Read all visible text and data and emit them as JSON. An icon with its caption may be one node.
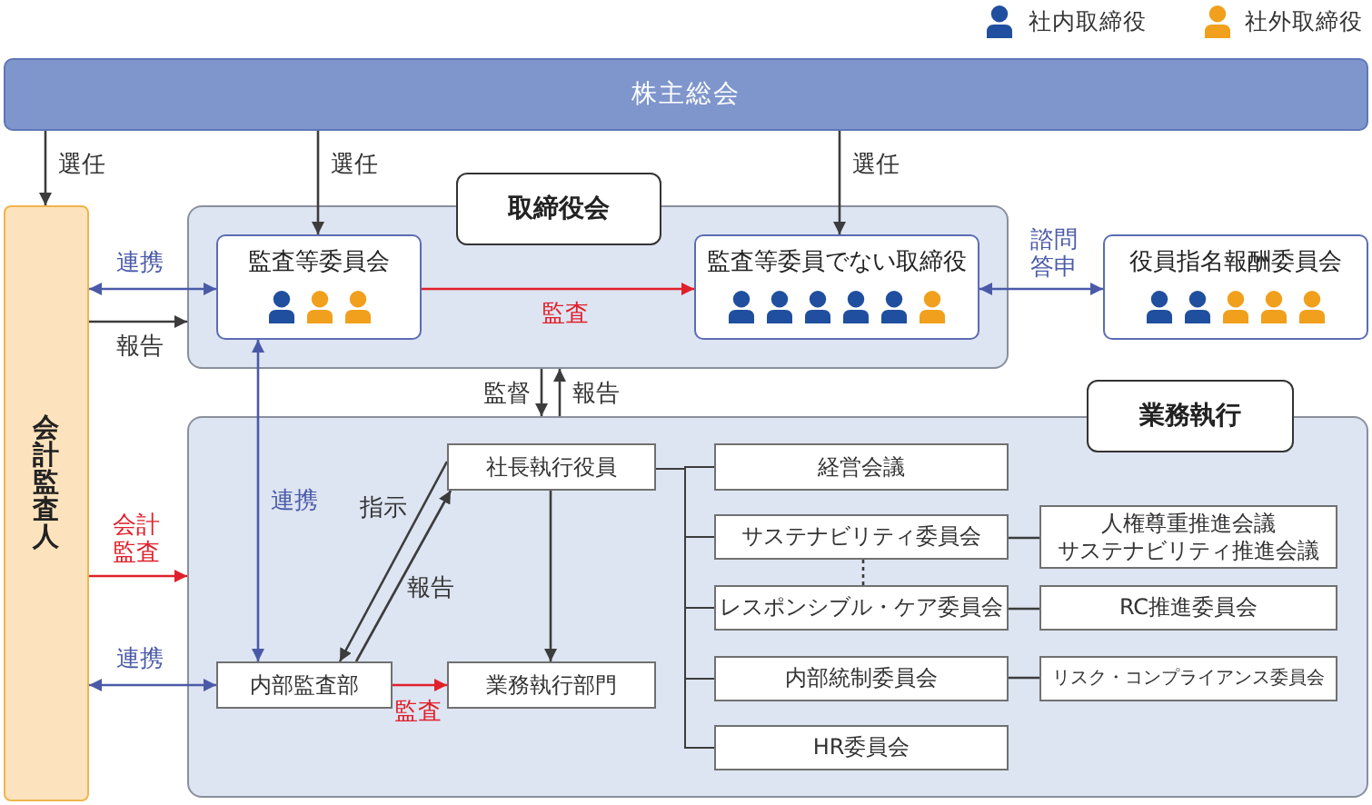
{
  "diagram": {
    "nodes": [
      {
        "text": [
          "株主総会"
        ]
      },
      {
        "text": [
          "会計監査人"
        ]
      },
      {
        "text": [
          "取締役会"
        ]
      },
      {
        "text": [
          "監査等委員会"
        ],
        "in": 2
      },
      {
        "text": [
          "監査等委員でない取締役"
        ],
        "in": 2
      },
      {
        "text": [
          "役員指名報酬委員会"
        ]
      },
      {
        "text": [
          "業務執行"
        ]
      },
      {
        "text": [
          "社長執行役員"
        ],
        "in": 6
      },
      {
        "text": [
          "内部監査部"
        ],
        "in": 6
      },
      {
        "text": [
          "業務執行部門"
        ],
        "in": 6
      },
      {
        "text": [
          "経営会議"
        ],
        "in": 6
      },
      {
        "text": [
          "サステナビリティ委員会"
        ],
        "in": 6
      },
      {
        "text": [
          "人権尊重推進会議",
          "サステナビリティ推進会議"
        ],
        "in": 6
      },
      {
        "text": [
          "レスポンシブル・ケア委員会"
        ],
        "in": 6
      },
      {
        "text": [
          "RC推進委員会"
        ],
        "in": 6
      },
      {
        "text": [
          "内部統制委員会"
        ],
        "in": 6
      },
      {
        "text": [
          "リスク・コンプライアンス委員会"
        ],
        "in": 6
      },
      {
        "text": [
          "HR委員会"
        ],
        "in": 6
      }
    ],
    "edges": [
      {
        "from": 0,
        "to": 1,
        "arrow": "to",
        "label": "選任"
      },
      {
        "from": 0,
        "to": 3,
        "arrow": "to",
        "label": "選任"
      },
      {
        "from": 0,
        "to": 4,
        "arrow": "to",
        "label": "選任"
      },
      {
        "from": 1,
        "to": 3,
        "arrow": "both",
        "label": "連携",
        "color": "#4a5aa8"
      },
      {
        "from": 1,
        "to": 2,
        "arrow": "to",
        "label": "報告"
      },
      {
        "from": 3,
        "to": 4,
        "arrow": "to",
        "label": "監査",
        "color": "#e0202a"
      },
      {
        "from": 4,
        "to": 5,
        "arrow": "both",
        "label": "諮問答申",
        "color": "#4a5aa8"
      },
      {
        "from": 2,
        "to": 6,
        "arrow": "to",
        "label": "監督"
      },
      {
        "from": 6,
        "to": 2,
        "arrow": "to",
        "label": "報告"
      },
      {
        "from": 3,
        "to": 8,
        "arrow": "both",
        "label": "連携",
        "color": "#4a5aa8"
      },
      {
        "from": 1,
        "to": 6,
        "arrow": "to",
        "label": "会計監査",
        "color": "#e0202a"
      },
      {
        "from": 1,
        "to": 8,
        "arrow": "both",
        "label": "連携",
        "color": "#4a5aa8"
      },
      {
        "from": 7,
        "to": 8,
        "arrow": "to",
        "label": "指示"
      },
      {
        "from": 8,
        "to": 7,
        "arrow": "to",
        "label": "報告"
      },
      {
        "from": 8,
        "to": 9,
        "arrow": "to",
        "label": "監査",
        "color": "#e0202a"
      },
      {
        "from": 7,
        "to": 9,
        "arrow": "to"
      },
      {
        "from": 7,
        "to": 10,
        "arrow": "none"
      },
      {
        "from": 7,
        "to": 11,
        "arrow": "none"
      },
      {
        "from": 7,
        "to": 13,
        "arrow": "none"
      },
      {
        "from": 7,
        "to": 15,
        "arrow": "none"
      },
      {
        "from": 7,
        "to": 17,
        "arrow": "none"
      },
      {
        "from": 11,
        "to": 12,
        "arrow": "none"
      },
      {
        "from": 11,
        "to": 13,
        "arrow": "none",
        "style": "dashed"
      },
      {
        "from": 13,
        "to": 14,
        "arrow": "none"
      },
      {
        "from": 15,
        "to": 16,
        "arrow": "none"
      }
    ],
    "legend": [
      {
        "text": "社内取締役",
        "color": "#1f4f9e"
      },
      {
        "text": "社外取締役",
        "color": "#f0a01c"
      }
    ]
  }
}
